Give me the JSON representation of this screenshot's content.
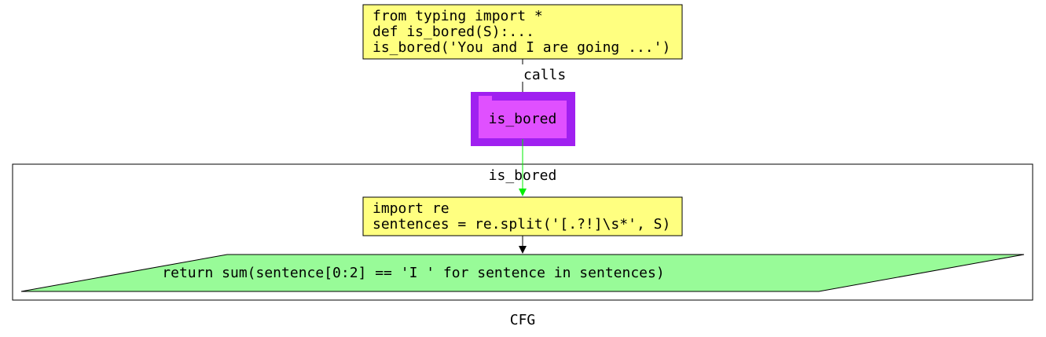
{
  "graph_title": "CFG",
  "module_block": {
    "lines": [
      "from typing import *",
      "def is_bored(S):...",
      "is_bored('You and I are going ...')"
    ]
  },
  "call_edge_label": "calls",
  "function_node": {
    "label": "is_bored"
  },
  "cluster": {
    "title": "is_bored",
    "body_block": {
      "lines": [
        "import re",
        "sentences = re.split('[.?!]\\s*', S)"
      ]
    },
    "return_block": {
      "text": "return sum(sentence[0:2] == 'I ' for sentence in sentences)"
    }
  },
  "colors": {
    "code_block_fill": "#ffff80",
    "function_outer_fill": "#a020f0",
    "function_inner_fill": "#e050ff",
    "return_fill": "#98fb98",
    "entry_edge": "#00ee00",
    "edge": "#000000"
  }
}
